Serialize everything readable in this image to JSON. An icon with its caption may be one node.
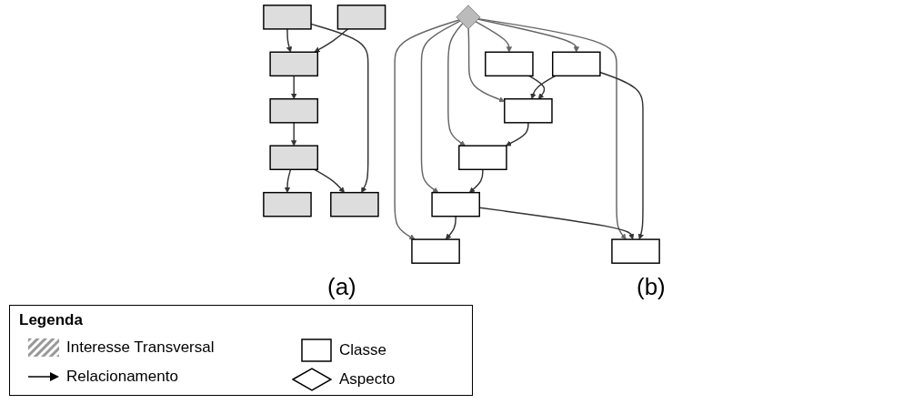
{
  "diagram": {
    "nodes": [
      {
        "text": [],
        "shape": "box"
      },
      {
        "text": [],
        "shape": "box"
      },
      {
        "text": [],
        "shape": "box"
      },
      {
        "text": [],
        "shape": "box"
      },
      {
        "text": [],
        "shape": "box"
      },
      {
        "text": [],
        "shape": "box"
      },
      {
        "text": [],
        "shape": "box"
      },
      {
        "text": [],
        "shape": "diamond"
      },
      {
        "text": [],
        "shape": "box"
      },
      {
        "text": [],
        "shape": "box"
      },
      {
        "text": [],
        "shape": "box"
      },
      {
        "text": [],
        "shape": "box"
      },
      {
        "text": [],
        "shape": "box"
      },
      {
        "text": [],
        "shape": "box"
      },
      {
        "text": [],
        "shape": "box"
      }
    ],
    "edges": [
      {
        "from": 0,
        "to": 1,
        "arrow": "to"
      },
      {
        "from": 3,
        "to": 0,
        "arrow": "to"
      },
      {
        "from": 4,
        "to": 0,
        "arrow": "to"
      },
      {
        "from": 1,
        "to": 5,
        "arrow": "to"
      },
      {
        "from": 5,
        "to": 2,
        "arrow": "to"
      },
      {
        "from": 5,
        "to": 6,
        "arrow": "to"
      },
      {
        "from": 3,
        "to": 6,
        "arrow": "to"
      },
      {
        "from": 7,
        "to": 10,
        "arrow": "to",
        "color": "#666666"
      },
      {
        "from": 7,
        "to": 9,
        "arrow": "to",
        "color": "#666666"
      },
      {
        "from": 7,
        "to": 13,
        "arrow": "to",
        "color": "#666666"
      },
      {
        "from": 7,
        "to": 14,
        "arrow": "to",
        "color": "#666666"
      },
      {
        "from": 7,
        "to": 11,
        "arrow": "to",
        "color": "#666666"
      },
      {
        "from": 7,
        "to": 8,
        "arrow": "to",
        "color": "#666666"
      },
      {
        "from": 7,
        "to": 12,
        "arrow": "to",
        "color": "#666666"
      },
      {
        "from": 8,
        "to": 9,
        "arrow": "to"
      },
      {
        "from": 11,
        "to": 8,
        "arrow": "to"
      },
      {
        "from": 12,
        "to": 8,
        "arrow": "to"
      },
      {
        "from": 9,
        "to": 13,
        "arrow": "to"
      },
      {
        "from": 13,
        "to": 10,
        "arrow": "to"
      },
      {
        "from": 13,
        "to": 14,
        "arrow": "to"
      },
      {
        "from": 11,
        "to": 14,
        "arrow": "to"
      }
    ],
    "labels": [
      "(a)",
      "(b)",
      "Legenda"
    ],
    "legend": [
      {
        "text": "Interesse Transversal"
      },
      {
        "text": "Classe"
      },
      {
        "text": "Relacionamento"
      },
      {
        "text": "Aspecto"
      }
    ]
  }
}
